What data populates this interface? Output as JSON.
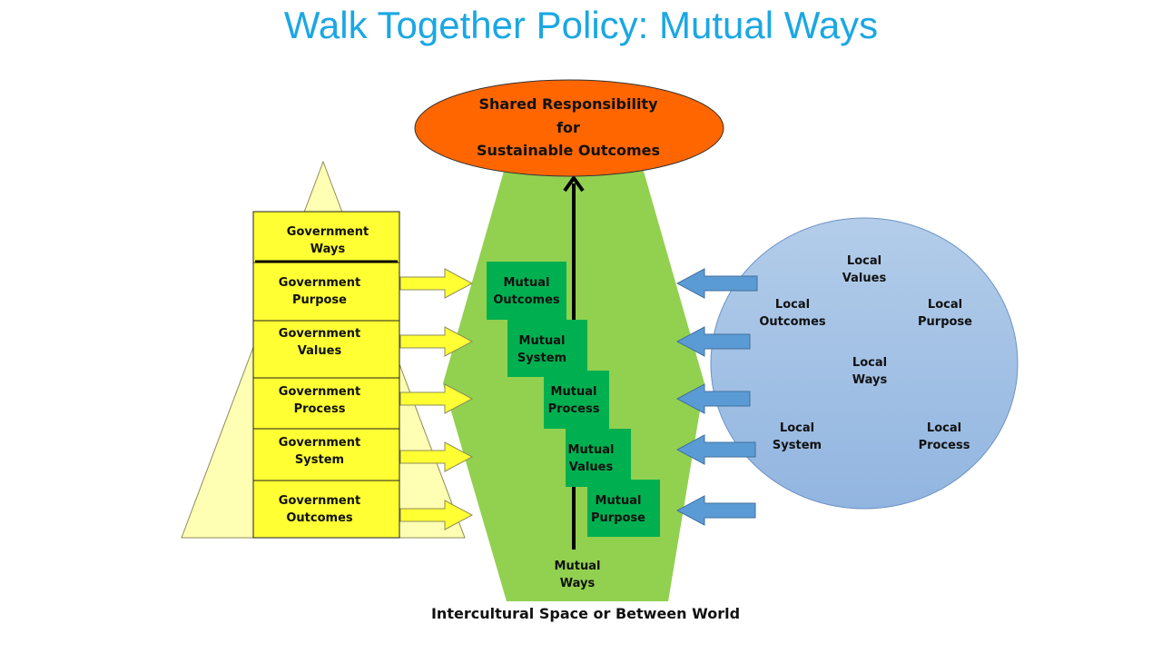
{
  "title": "Walk Together Policy: Mutual Ways",
  "oval": {
    "line1": "Shared Responsibility",
    "line2": "for",
    "line3": "Sustainable Outcomes"
  },
  "government": {
    "header": "Government\nWays",
    "items": [
      "Government\nPurpose",
      "Government\nValues",
      "Government\nProcess",
      "Government\nSystem",
      "Government\nOutcomes"
    ]
  },
  "mutual": {
    "steps": [
      "Mutual\nOutcomes",
      "Mutual\nSystem",
      "Mutual\nProcess",
      "Mutual\nValues",
      "Mutual\nPurpose"
    ],
    "base": "Mutual\nWays"
  },
  "local": {
    "values": "Local\nValues",
    "outcomes": "Local\nOutcomes",
    "purpose": "Local\nPurpose",
    "ways": "Local\nWays",
    "system": "Local\nSystem",
    "process": "Local\nProcess"
  },
  "caption": "Intercultural Space or Between World",
  "colors": {
    "title": "#1BA7E3",
    "oval_fill": "#FF6600",
    "hexagon_fill": "#92D050",
    "step_fill": "#00B050",
    "yellow_box": "#FFFF33",
    "triangle_fill": "#FFFFB3",
    "circle_fill": "#A4C2E5",
    "blue_arrow": "#5B9BD5"
  }
}
